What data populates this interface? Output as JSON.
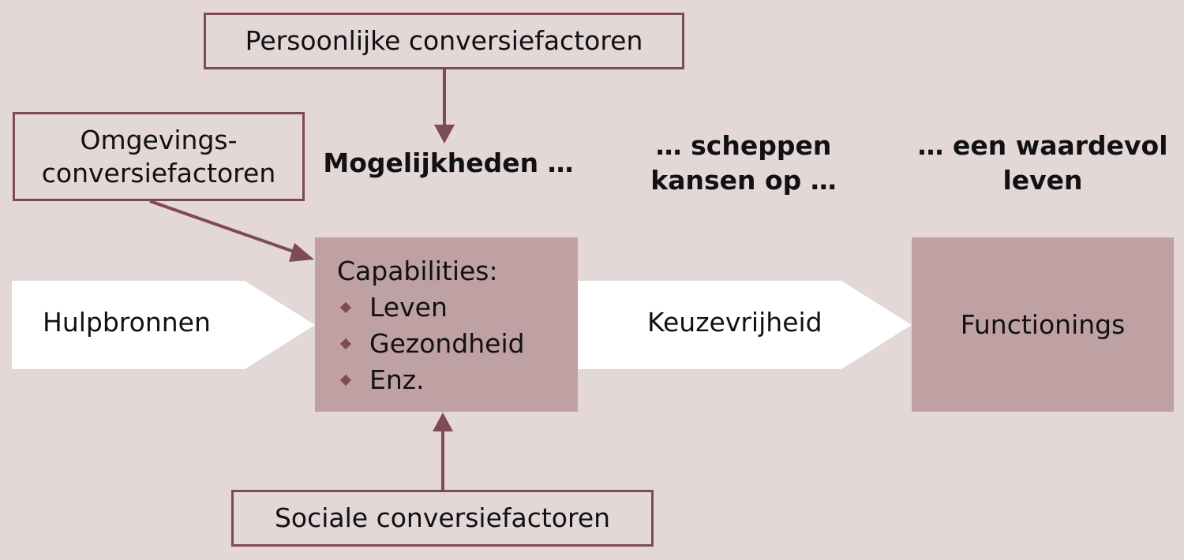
{
  "diagram": {
    "persoonlijke_box": "Persoonlijke conversiefactoren",
    "omgevings_box": [
      "Omgevings-",
      "conversiefactoren"
    ],
    "sociale_box": "Sociale conversiefactoren",
    "heading_1": "Mogelijkheden …",
    "heading_2": [
      "… scheppen",
      "kansen op …"
    ],
    "heading_3": [
      "… een waardevol",
      "leven"
    ],
    "hulpbronnen": "Hulpbronnen",
    "capabilities": {
      "title": "Capabilities:",
      "items": [
        "Leven",
        "Gezondheid",
        "Enz."
      ]
    },
    "keuzevrijheid": "Keuzevrijheid",
    "functionings": "Functionings",
    "colors": {
      "background": "#e3d7d8",
      "box_fill": "#bfa1a4",
      "accent": "#7e4b52",
      "arrow_fill": "#ffffff"
    }
  }
}
